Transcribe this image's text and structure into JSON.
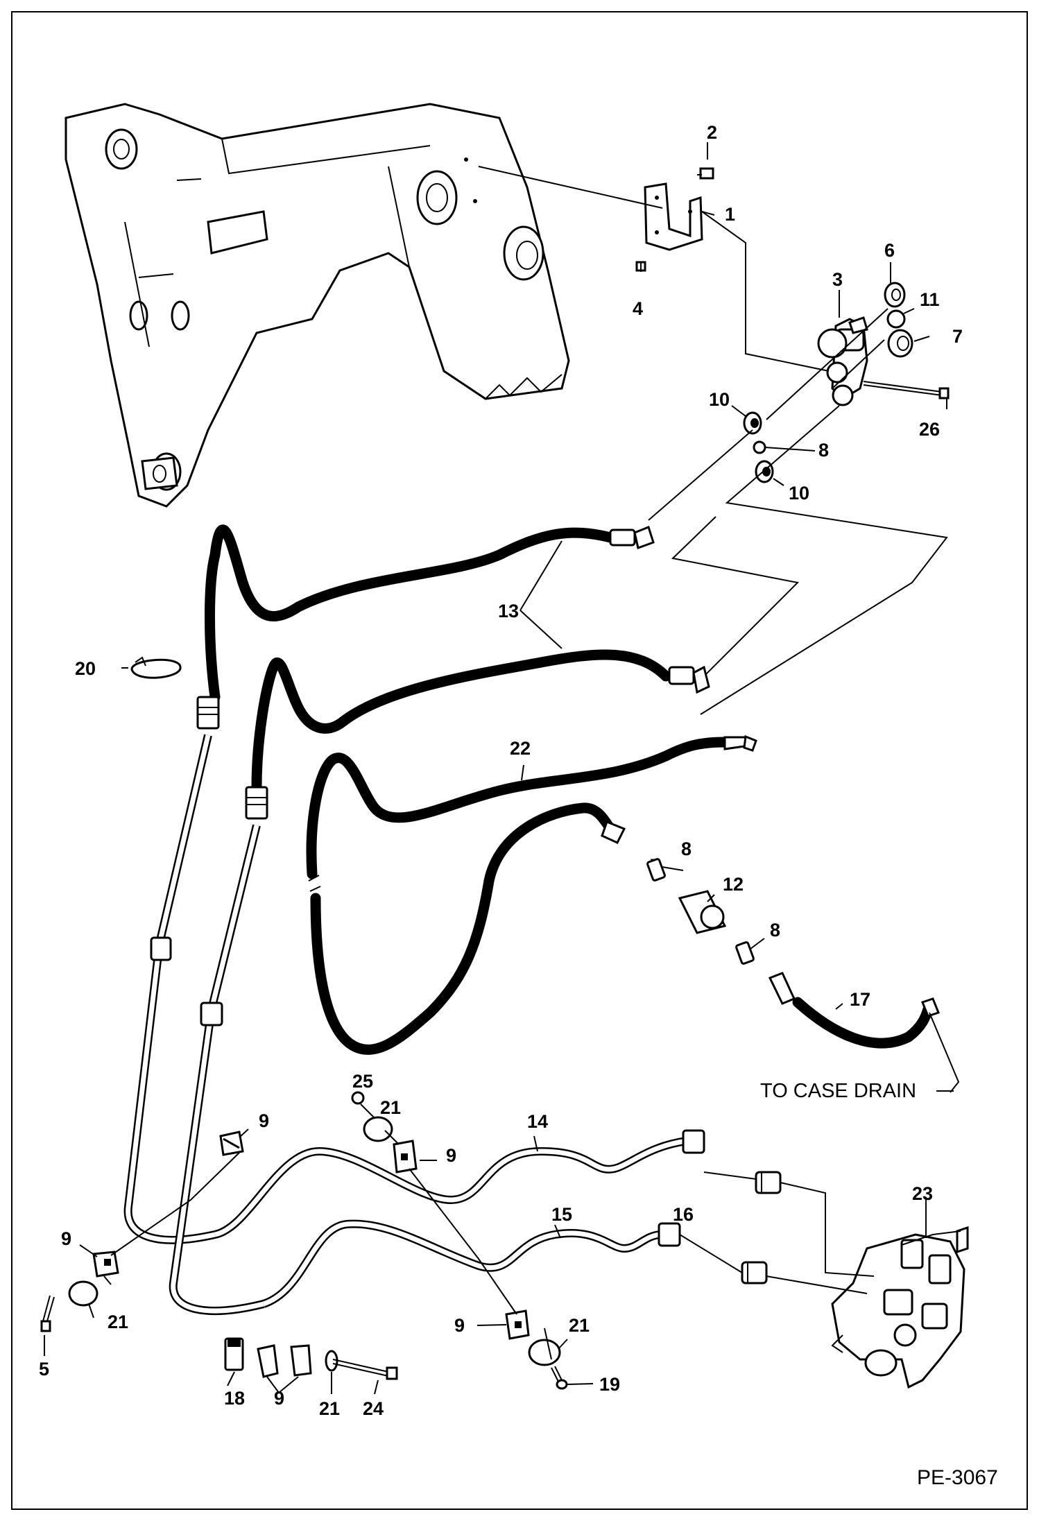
{
  "callouts": [
    {
      "id": "c1",
      "text": "1"
    },
    {
      "id": "c2",
      "text": "2"
    },
    {
      "id": "c3",
      "text": "3"
    },
    {
      "id": "c4",
      "text": "4"
    },
    {
      "id": "c5",
      "text": "5"
    },
    {
      "id": "c6",
      "text": "6"
    },
    {
      "id": "c7",
      "text": "7"
    },
    {
      "id": "c8a",
      "text": "8"
    },
    {
      "id": "c8b",
      "text": "8"
    },
    {
      "id": "c8c",
      "text": "8"
    },
    {
      "id": "c9a",
      "text": "9"
    },
    {
      "id": "c9b",
      "text": "9"
    },
    {
      "id": "c9c",
      "text": "9"
    },
    {
      "id": "c9d",
      "text": "9"
    },
    {
      "id": "c9e",
      "text": "9"
    },
    {
      "id": "c10a",
      "text": "10"
    },
    {
      "id": "c10b",
      "text": "10"
    },
    {
      "id": "c11",
      "text": "11"
    },
    {
      "id": "c12",
      "text": "12"
    },
    {
      "id": "c13",
      "text": "13"
    },
    {
      "id": "c14",
      "text": "14"
    },
    {
      "id": "c15",
      "text": "15"
    },
    {
      "id": "c16",
      "text": "16"
    },
    {
      "id": "c17",
      "text": "17"
    },
    {
      "id": "c18",
      "text": "18"
    },
    {
      "id": "c19",
      "text": "19"
    },
    {
      "id": "c20",
      "text": "20"
    },
    {
      "id": "c21a",
      "text": "21"
    },
    {
      "id": "c21b",
      "text": "21"
    },
    {
      "id": "c21c",
      "text": "21"
    },
    {
      "id": "c21d",
      "text": "21"
    },
    {
      "id": "c22",
      "text": "22"
    },
    {
      "id": "c23",
      "text": "23"
    },
    {
      "id": "c24",
      "text": "24"
    },
    {
      "id": "c25",
      "text": "25"
    },
    {
      "id": "c26",
      "text": "26"
    }
  ],
  "labels": {
    "case_drain": "TO CASE DRAIN",
    "drawing_code": "PE-3067"
  }
}
